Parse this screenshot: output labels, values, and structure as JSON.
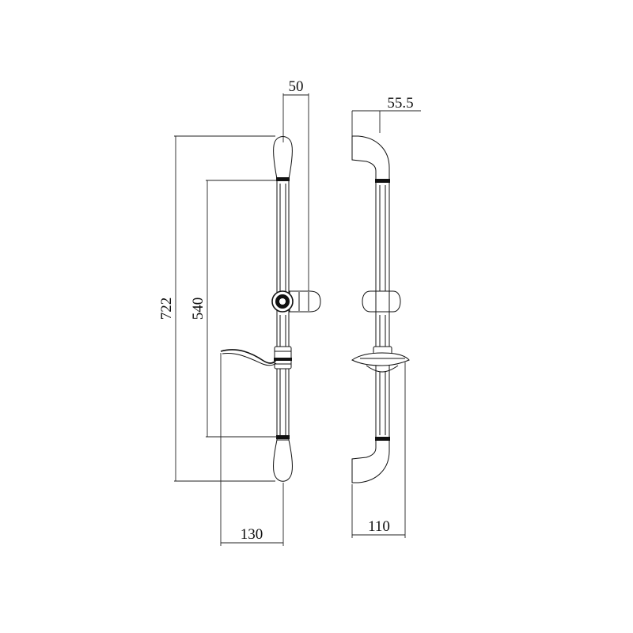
{
  "dimensions": {
    "top_width": "50",
    "side_offset": "55.5",
    "total_height": "722",
    "mount_spacing": "540",
    "dish_projection": "130",
    "side_depth": "110"
  }
}
